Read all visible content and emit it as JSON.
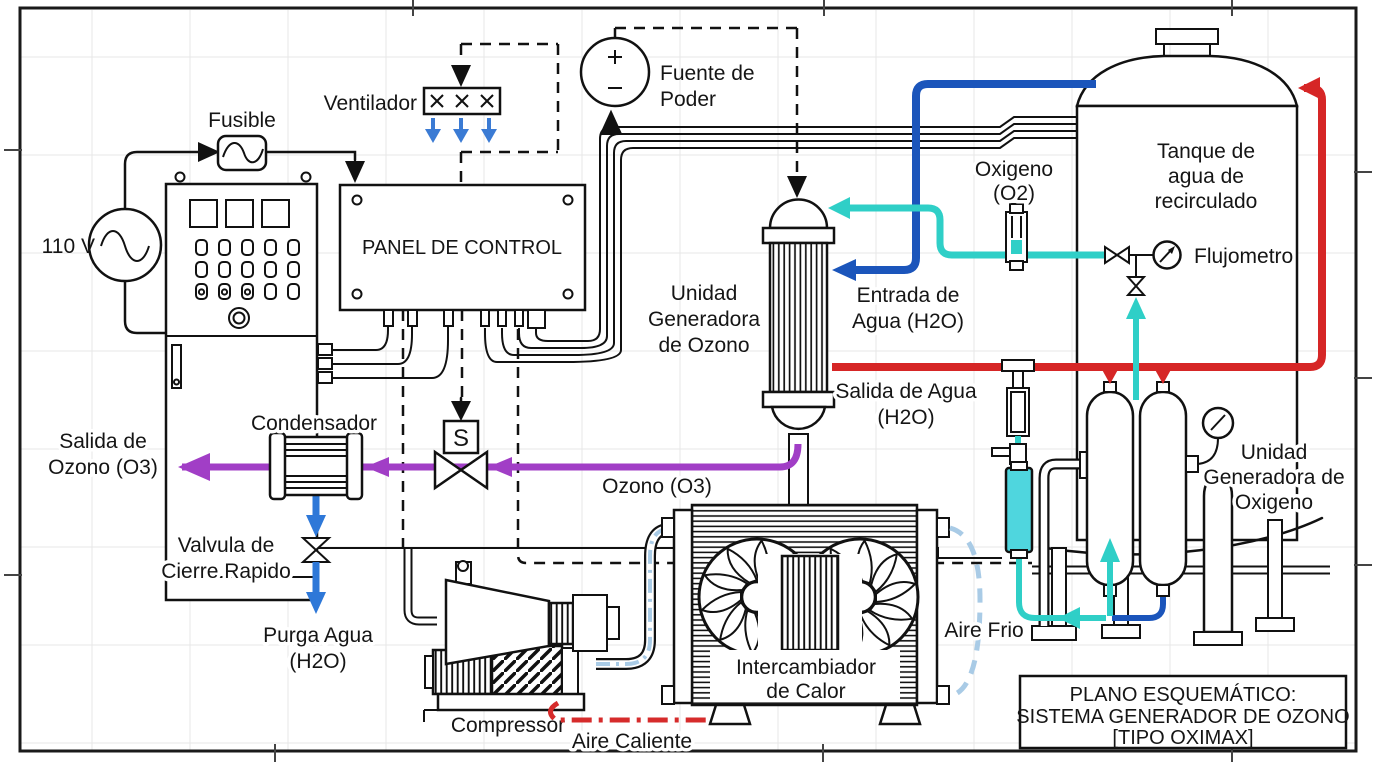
{
  "colors": {
    "water_in": "#1b55bb",
    "purge_blue": "#2e78d8",
    "hot_water_red": "#d62626",
    "ozone_purple": "#a13ec6",
    "oxygen_cyan": "#2fcfc7",
    "cold_air": "#a9cbe6",
    "hot_air": "#d62b2b",
    "filter_fill": "#4fd6de",
    "fan_arrow_blue": "#3b7bd4"
  },
  "labels": {
    "voltage": "110 V",
    "fusible": "Fusible",
    "ventilador": "Ventilador",
    "fuente_de_poder": [
      "Fuente de",
      "Poder"
    ],
    "panel_de_control": "PANEL DE CONTROL",
    "unidad_generadora_ozono": [
      "Unidad",
      "Generadora",
      "de Ozono"
    ],
    "entrada_agua": [
      "Entrada de",
      "Agua (H2O)"
    ],
    "salida_agua": [
      "Salida de Agua",
      "(H2O)"
    ],
    "oxigeno": [
      "Oxigeno",
      "(O2)"
    ],
    "tanque": [
      "Tanque de",
      "agua de",
      "recirculado"
    ],
    "flujometro": "Flujometro",
    "salida_ozono": [
      "Salida de",
      "Ozono (O3)"
    ],
    "condensador": "Condensador",
    "ozono": "Ozono (O3)",
    "s_valve": "S",
    "valvula_cierre": [
      "Valvula de",
      "Cierre Rapido"
    ],
    "purga_agua": [
      "Purga Agua",
      "(H2O)"
    ],
    "compressor": "Compressor",
    "aire_caliente": "Aire Caliente",
    "intercambiador": [
      "Intercambiador",
      "de Calor"
    ],
    "aire_frio": "Aire Frio",
    "unidad_generadora_oxigeno": [
      "Unidad",
      "Generadora de",
      "Oxigeno"
    ]
  },
  "title_block": {
    "line1": "PLANO ESQUEMÁTICO:",
    "line2": "SISTEMA GENERADOR DE OZONO",
    "line3": "[TIPO OXIMAX]"
  }
}
